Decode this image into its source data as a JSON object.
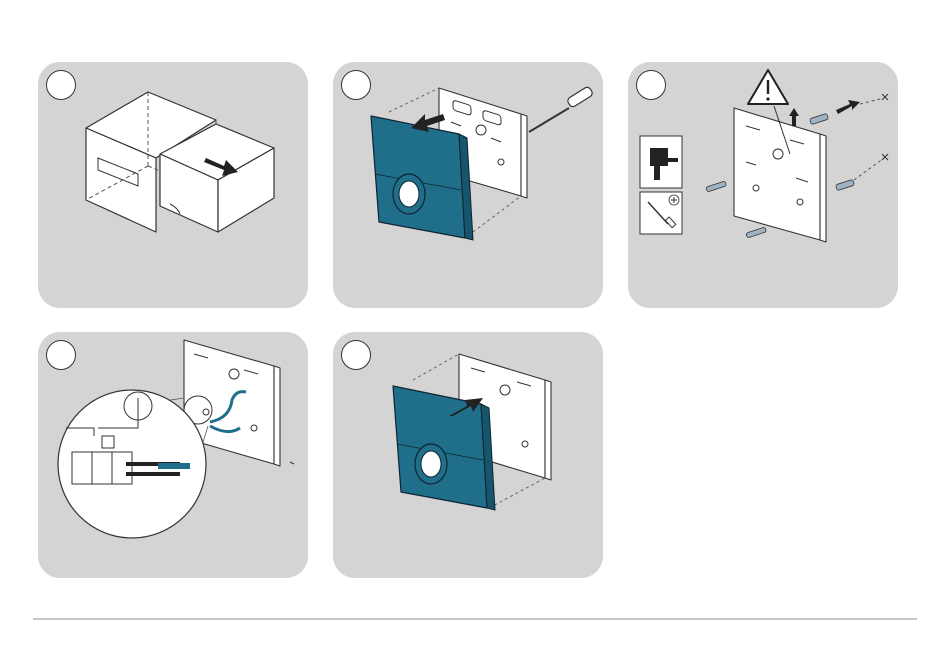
{
  "page": {
    "background": "#ffffff",
    "panel_color": "#d4d4d4",
    "device_color": "#1f6f8b",
    "rule_color": "#c6c6c6"
  },
  "steps": [
    {
      "icon": "unbox-illustration"
    },
    {
      "icon": "remove-front-panel-illustration"
    },
    {
      "icon": "wall-mounting-illustration"
    },
    {
      "icon": "wiring-illustration"
    },
    {
      "icon": "attach-front-panel-illustration"
    }
  ],
  "tool_icons": [
    "drill-icon",
    "screwdriver-plus-icon"
  ],
  "warning_icon": "warning-triangle-icon"
}
